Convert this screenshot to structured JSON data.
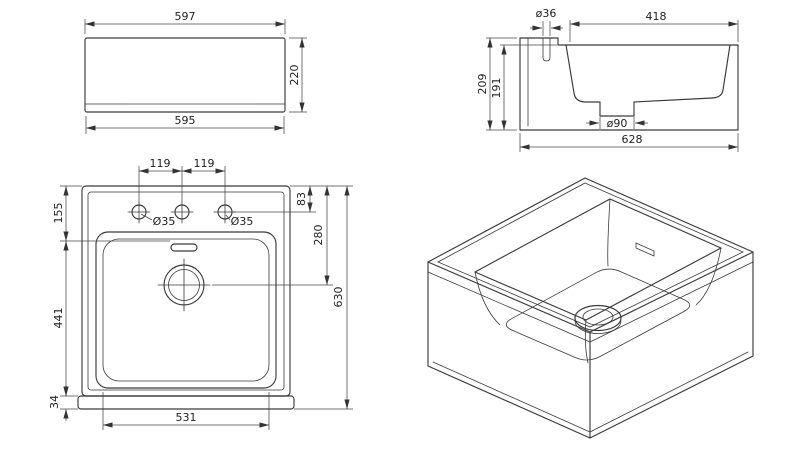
{
  "views": {
    "front": {
      "width_top": "597",
      "height": "220",
      "width_bottom": "595"
    },
    "section": {
      "overflow_dia": "ø36",
      "top_length": "418",
      "height_total": "209",
      "height_inner": "191",
      "drain_dia": "ø90",
      "width_total": "628"
    },
    "plan": {
      "hole_spacing_left": "119",
      "hole_spacing_right": "119",
      "top_to_basin": "155",
      "hole_dia_left": "Ø35",
      "hole_dia_right": "Ø35",
      "top_to_hole_axis": "83",
      "top_to_drain": "280",
      "basin_side": "441",
      "total_depth": "630",
      "bottom_width": "531",
      "lip": "34"
    }
  }
}
